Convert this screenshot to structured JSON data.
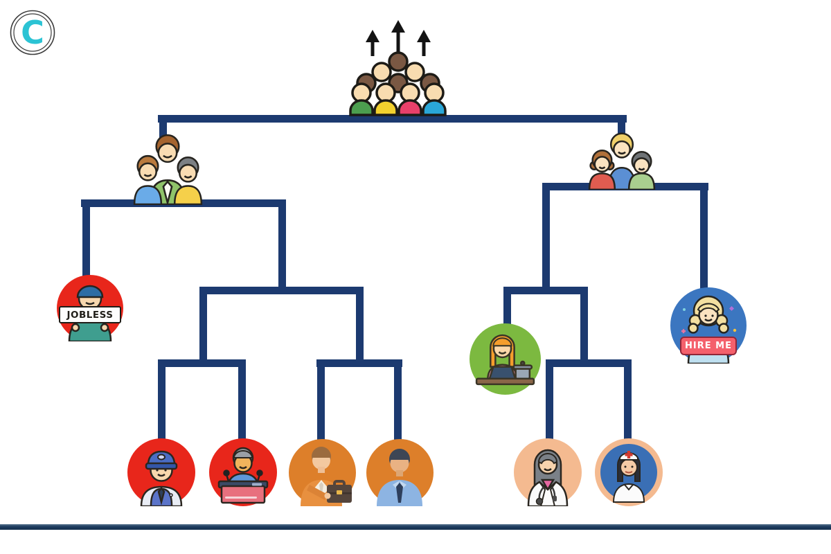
{
  "logo": {
    "letter": "C",
    "letter_color": "#2bc3d4",
    "ring_color": "#3a3a3a"
  },
  "palette": {
    "line": "#1c3a70",
    "bottom_bar": "#1d3c5e",
    "red": "#e8261b",
    "orange": "#dd7f2a",
    "peach": "#f4ba90",
    "green": "#7cb940",
    "blue": "#3b76c0",
    "nurse_inner_blue": "#3a6fb5"
  },
  "root": {
    "icon": "crowd-arrows-up-icon"
  },
  "branches": {
    "left": {
      "icon": "men-group-icon"
    },
    "right": {
      "icon": "women-group-icon"
    }
  },
  "nodes": {
    "jobless": {
      "icon": "jobless-man-icon",
      "sign_label": "JOBLESS",
      "circle_color": "#e8261b"
    },
    "policeman": {
      "icon": "policeman-icon",
      "circle_color": "#e8261b"
    },
    "speaker": {
      "icon": "speaker-at-podium-icon",
      "circle_color": "#e8261b"
    },
    "businessman": {
      "icon": "businessman-briefcase-icon",
      "circle_color": "#dd7f2a"
    },
    "office_worker": {
      "icon": "office-worker-icon",
      "circle_color": "#dd7f2a"
    },
    "cook": {
      "icon": "cooking-woman-icon",
      "circle_color": "#7cb940"
    },
    "hire_me": {
      "icon": "hire-me-woman-icon",
      "sign_label": "HIRE ME",
      "circle_color": "#3b76c0"
    },
    "doctor": {
      "icon": "female-doctor-icon",
      "circle_color": "#f4ba90"
    },
    "nurse": {
      "icon": "nurse-icon",
      "circle_color": "#f4ba90",
      "inner_color": "#3a6fb5"
    }
  }
}
